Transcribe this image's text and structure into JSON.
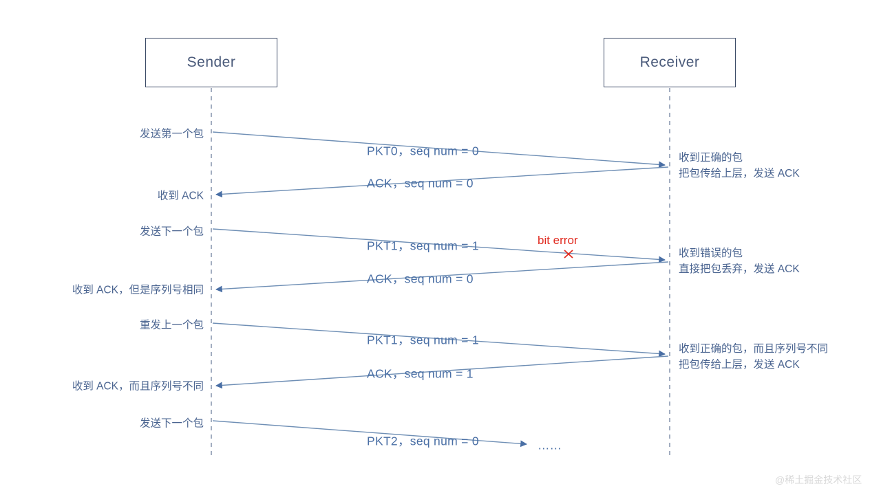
{
  "diagram": {
    "title_nodes": {
      "sender": "Sender",
      "receiver": "Receiver"
    },
    "colors": {
      "line": "#6f8fb5",
      "box_border": "#3b4a66",
      "text": "#4a6490",
      "msg_text": "#4a6fa5",
      "error": "#e02b20",
      "watermark": "#d8d8d8",
      "background": "#ffffff"
    },
    "messages": [
      {
        "id": "m1",
        "direction": "right",
        "left_label": "发送第一个包",
        "msg_label": "PKT0，seq num = 0"
      },
      {
        "id": "m2",
        "direction": "left",
        "left_label": "收到 ACK",
        "msg_label": "ACK，seq num = 0"
      },
      {
        "id": "m3",
        "direction": "right",
        "left_label": "发送下一个包",
        "msg_label": "PKT1，seq num = 1",
        "error_label": "bit error"
      },
      {
        "id": "m4",
        "direction": "left",
        "left_label": "收到 ACK，但是序列号相同",
        "msg_label": "ACK，seq num = 0"
      },
      {
        "id": "m5",
        "direction": "right",
        "left_label": "重发上一个包",
        "msg_label": "PKT1，seq num = 1"
      },
      {
        "id": "m6",
        "direction": "left",
        "left_label": "收到 ACK，而且序列号不同",
        "msg_label": "ACK，seq num = 1"
      },
      {
        "id": "m7",
        "direction": "right",
        "left_label": "发送下一个包",
        "msg_label": "PKT2，seq num = 0",
        "trailing": "……"
      }
    ],
    "receiver_notes": [
      {
        "id": "n1",
        "line1": "收到正确的包",
        "line2": "把包传给上层，发送 ACK"
      },
      {
        "id": "n2",
        "line1": "收到错误的包",
        "line2": "直接把包丢弃，发送 ACK"
      },
      {
        "id": "n3",
        "line1": "收到正确的包，而且序列号不同",
        "line2": "把包传给上层，发送 ACK"
      }
    ],
    "watermark": "@稀土掘金技术社区"
  }
}
